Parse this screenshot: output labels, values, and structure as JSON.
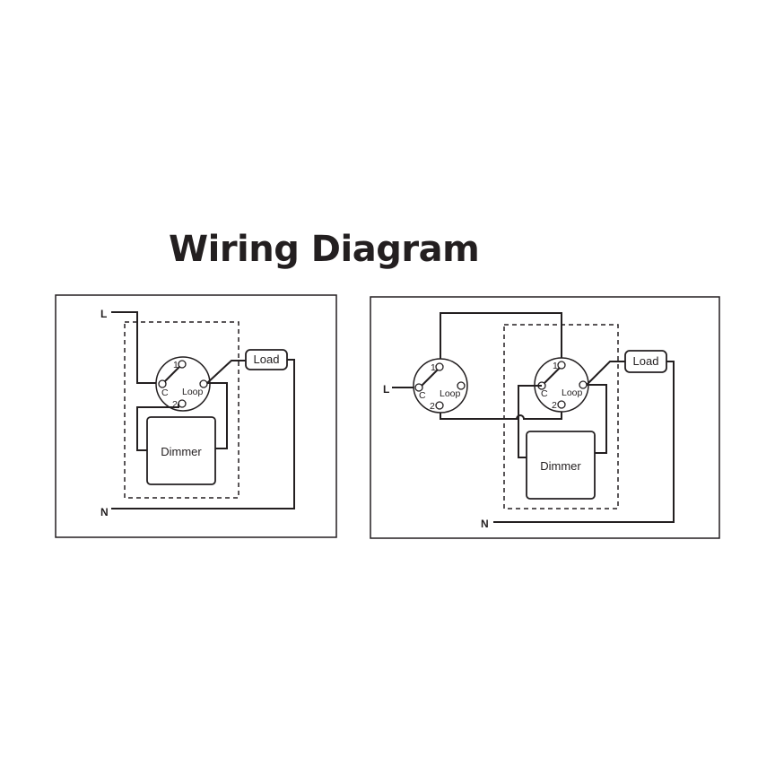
{
  "title": "Wiring Diagram",
  "diagram_one": {
    "line_label": "L",
    "neutral_label": "N",
    "load_label": "Load",
    "dimmer_label": "Dimmer",
    "terminal_1": "1",
    "terminal_2": "2",
    "terminal_c": "C",
    "terminal_loop": "Loop"
  },
  "diagram_two": {
    "line_label": "L",
    "neutral_label": "N",
    "load_label": "Load",
    "dimmer_label": "Dimmer",
    "switch_a": {
      "terminal_1": "1",
      "terminal_2": "2",
      "terminal_c": "C",
      "terminal_loop": "Loop"
    },
    "switch_b": {
      "terminal_1": "1",
      "terminal_2": "2",
      "terminal_c": "C",
      "terminal_loop": "Loop"
    }
  }
}
